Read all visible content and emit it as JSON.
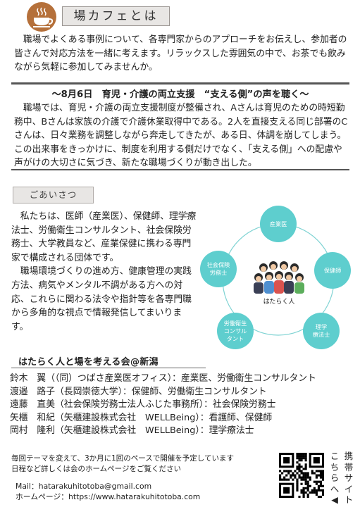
{
  "header": {
    "title": "場カフェとは",
    "icon": "coffee-cup-icon"
  },
  "intro": "　職場でよくある事例について、各専門家からのアプローチをお伝えし、参加者の皆さんで対応方法を一緒に考えます。リラックスした雰囲気の中で、お茶でも飲みながら気軽に参加してみませんか。",
  "event": {
    "title": "〜8月6日　育児・介護の両立支援　“支える側”の声を聴く〜",
    "body": "　職場では、育児・介護の両立支援制度が整備され、Aさんは育児のための時短勤務中、Bさんは家族の介護で介護休業取得中である。2人を直接支える同じ部署のCさんは、日々業務を調整しながら奔走してきたが、ある日、体調を崩してしまう。この出来事をきっかけに、制度を利用する側だけでなく、「支える側」への配慮や声がけの大切さに気づき、新たな職場づくりが動き出した。"
  },
  "greeting": {
    "label": "ごあいさつ",
    "body": "　私たちは、医師（産業医）、保健師、理学療法士、労働衛生コンサルタント、社会保険労務士、大学教員など、産業保健に携わる専門家で構成される団体です。\n　職場環境づくりの進め方、健康管理の実践方法、病気やメンタル不調がある方への対応、これらに関わる法令や指針等を各専門職から多角的な視点で情報発信してまいります。"
  },
  "diagram": {
    "center": "はたらく人",
    "nodes": [
      "産業医",
      "保健師",
      "理学\n療法士",
      "労働衛生\nコンサル\nタント",
      "社会保険\n労務士"
    ]
  },
  "association": {
    "title": "はたらく人と場を考える会@新潟",
    "members": [
      "鈴木　翼（（同）つばさ産業医オフィス）：産業医、労働衛生コンサルタント",
      "渡邉　路子（長岡崇徳大学）：保健師、労働衛生コンサルタント",
      "遠藤　直美（社会保険労務士法人ふじた事務所）：社会保険労務士",
      "矢櫃　和紀（矢櫃建設株式会社　WELLBeing）：看護師、保健師",
      "岡村　隆利（矢櫃建設株式会社　WELLBeing）：理学療法士"
    ]
  },
  "schedule": "毎回テーマを変えて、3か月に1回のペースで開催を予定しています\n日程など詳しくは会のホームページをご覧ください",
  "contact": {
    "mail": "Mail：hatarakuhitotoba@gmail.com",
    "homepage": "ホームページ：https://www.hatarakuhitotoba.com"
  },
  "side_note": [
    "こちらへ◀",
    "携帯サイト"
  ],
  "colors": {
    "accent_brown": "#b5703a",
    "node_teal": "#5ecece",
    "ring": "#7fd3d3"
  }
}
